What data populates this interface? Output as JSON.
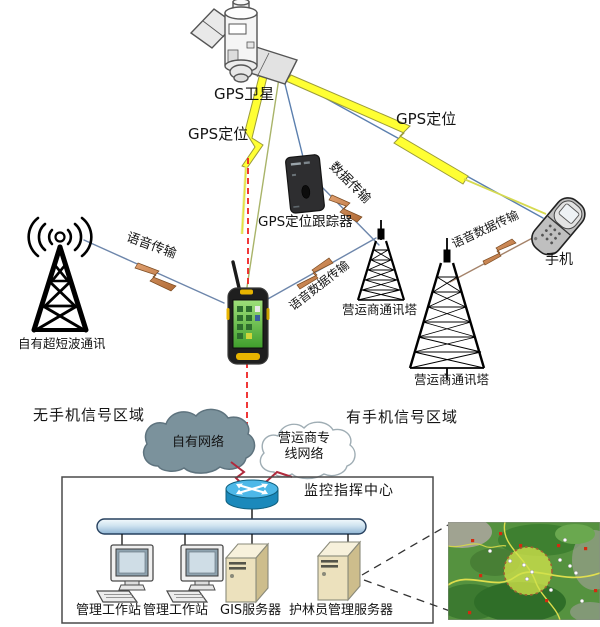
{
  "nodes": {
    "satellite": {
      "label": "GPS卫星"
    },
    "tracker": {
      "label": "GPS定位跟踪器"
    },
    "radio_tower": {
      "label": "自有超短波通讯"
    },
    "carrier_tower_small": {
      "label": "营运商通讯塔"
    },
    "carrier_tower_large": {
      "label": "营运商通讯塔"
    },
    "phone": {
      "label": "手机"
    },
    "own_cloud": {
      "label": "自有网络"
    },
    "carrier_cloud": {
      "label": "营运商专\n线网络"
    }
  },
  "links": {
    "gps_link_left": {
      "label": "GPS定位"
    },
    "gps_link_right": {
      "label": "GPS定位"
    },
    "voice": {
      "label": "语音传输"
    },
    "data": {
      "label": "数据传输"
    },
    "voice_data_left": {
      "label": "语音数据传输"
    },
    "voice_data_right": {
      "label": "语音数据传输"
    }
  },
  "zones": {
    "no_signal": {
      "label": "无手机信号区域"
    },
    "has_signal": {
      "label": "有手机信号区域"
    }
  },
  "command_center": {
    "label": "监控指挥中心",
    "devices": [
      {
        "label": "管理工作站"
      },
      {
        "label": "管理工作站"
      },
      {
        "label": "GIS服务器"
      },
      {
        "label": "护林员管理服务器"
      }
    ]
  },
  "colors": {
    "gps_bolt_yellow": "#ffff33",
    "comm_bolt_orange": "#c9804a",
    "dashed_red": "#ee2222",
    "own_cloud_gray": "#7b929c",
    "router_blue": "#2a9fd0",
    "server_beige": "#ece1bd",
    "link_blue": "#5b7fae",
    "link_green": "#a9b469",
    "bus_bar_blue": "#b9d4e8"
  }
}
